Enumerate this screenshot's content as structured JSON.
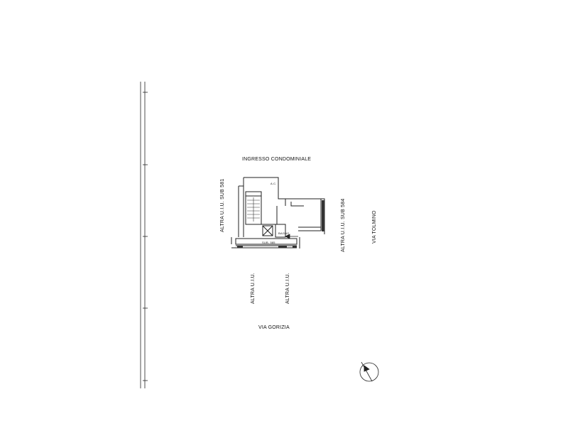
{
  "labels": {
    "ingresso": "INGRESSO CONDOMINIALE",
    "sub581": "ALTRA U.I.U. SUB 581",
    "sub584": "ALTRA U.I.U. SUB 584",
    "altra1": "ALTRA U.I.U.",
    "altra2": "ALTRA U.I.U.",
    "via_tolmino": "VIA TOLMINO",
    "via_gorizia": "VIA GORIZIA",
    "bagno": "BAGNO",
    "sub_code": "SUB. 585",
    "ac": "A.C."
  },
  "icons": {
    "compass": "north-arrow-icon",
    "stairs": "stair-symbol-icon"
  }
}
